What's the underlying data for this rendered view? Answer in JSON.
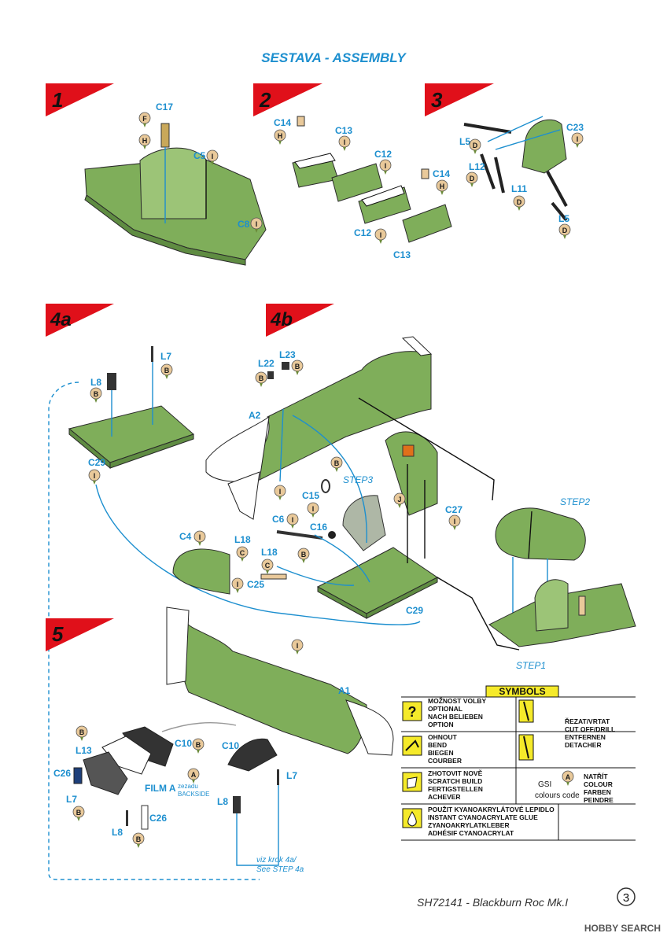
{
  "title": "SESTAVA -  ASSEMBLY",
  "footer": {
    "code": "SH72141 - Blackburn Roc  Mk.I",
    "page": "3",
    "watermark": "HOBBY SEARCH"
  },
  "steps": [
    "1",
    "2",
    "3",
    "4a",
    "4b",
    "5"
  ],
  "colors": {
    "red": "#e0101a",
    "blue": "#1d8fcf",
    "green": "#7fae5a",
    "yellow": "#f5ea2a",
    "tan": "#e9c99a"
  },
  "parts": {
    "s1": {
      "c17": "C17",
      "c5": "C5",
      "c8": "C8"
    },
    "s2": {
      "c14a": "C14",
      "c13a": "C13",
      "c12a": "C12",
      "c14b": "C14",
      "c12b": "C12",
      "c13b": "C13"
    },
    "s3": {
      "l5a": "L5",
      "c23": "C23",
      "l12": "L12",
      "l11": "L11",
      "l5b": "L5"
    },
    "s4a": {
      "l8": "L8",
      "l7": "L7",
      "c29": "C29"
    },
    "s4b": {
      "l22": "L22",
      "l23": "L23",
      "a2": "A2",
      "step3": "STEP3",
      "c15": "C15",
      "c6": "C6",
      "c16": "C16",
      "c27": "C27",
      "c4": "C4",
      "l18a": "L18",
      "l18b": "L18",
      "c25": "C25",
      "c29": "C29",
      "step2": "STEP2",
      "step1": "STEP1"
    },
    "s5": {
      "a1": "A1",
      "b": "B",
      "l13": "L13",
      "c10a": "C10",
      "c10b": "C10",
      "c26a": "C26",
      "l7a": "L7",
      "filma": "FILM A",
      "zezadu": "zezadu",
      "backside": "BACKSIDE",
      "l8a": "L8",
      "c26b": "C26",
      "l8b": "L8",
      "l7b": "L7",
      "viz": "viz krok 4a/",
      "see": "See STEP 4a"
    }
  },
  "codes": [
    "F",
    "H",
    "I",
    "D",
    "B",
    "C",
    "J",
    "A"
  ],
  "symbols": {
    "heading": "SYMBOLS",
    "option": [
      "MOŽNOST VOLBY",
      "OPTIONAL",
      "NACH BELIEBEN",
      "OPTION"
    ],
    "cut": [
      "ŘEZAT/VRTAT",
      "CUT OFF/DRILL",
      "ENTFERNEN",
      "DETACHER"
    ],
    "bend": [
      "OHNOUT",
      "BEND",
      "BIEGEN",
      "COURBER"
    ],
    "scratch": [
      "ZHOTOVIT NOVĚ",
      "SCRATCH BUILD",
      "FERTIGSTELLEN",
      "ACHEVER"
    ],
    "gsi": "GSI",
    "colours_code": "colours code",
    "colour": [
      "NATŘÍT",
      "COLOUR",
      "FARBEN",
      "PEINDRE"
    ],
    "glue": [
      "POUŽIT KYANOAKRYLÁTOVÉ LEPIDLO",
      "INSTANT CYANOACRYLATE GLUE",
      "ZYANOAKRYLATKLEBER",
      "ADHÉSIF CYANOACRYLAT"
    ]
  }
}
